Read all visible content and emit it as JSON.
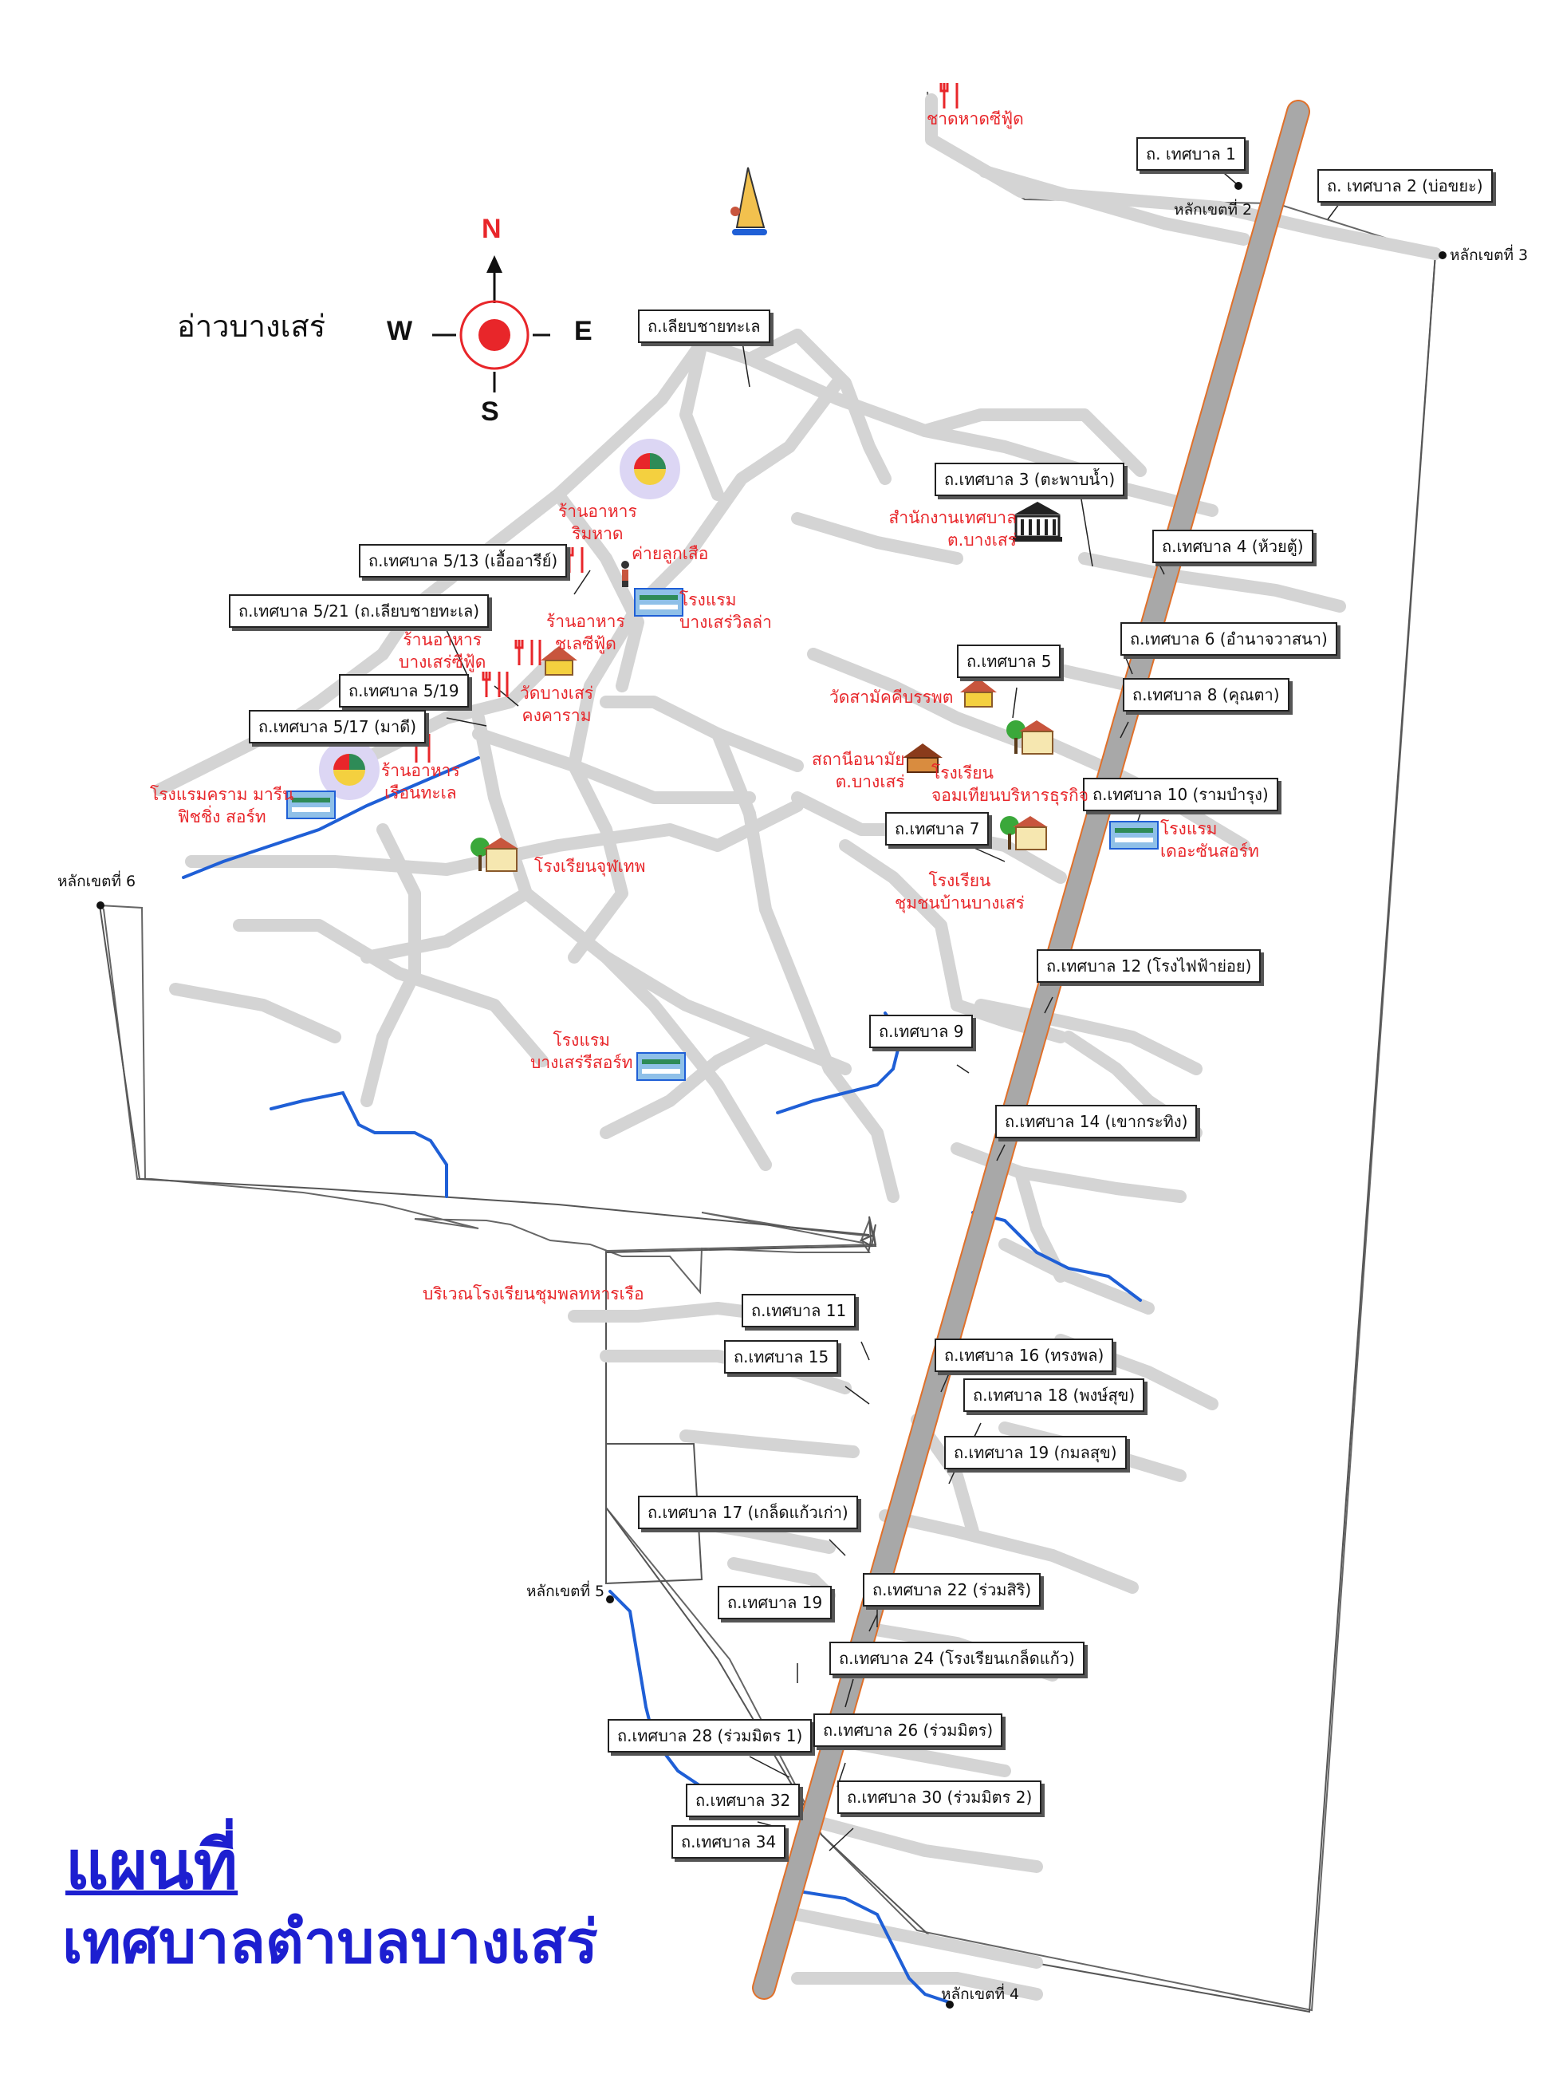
{
  "title": {
    "line1": "แผนที่",
    "line2": "เทศบาลตำบลบางเสร่"
  },
  "bay_label": "อ่าวบางเสร่",
  "compass": {
    "n": "N",
    "s": "S",
    "e": "E",
    "w": "W"
  },
  "colors": {
    "road": "#d4d4d4",
    "highway": "#a8a8a8",
    "highway_edge": "#e0702a",
    "river": "#1f5fd6",
    "place_text": "#e8262a",
    "title": "#1d1fd0",
    "compass": "#e8262a"
  },
  "road_labels": [
    "ถ. เทศบาล 1",
    "ถ. เทศบาล 2 (บ่อขยะ)",
    "ถ.เลียบชายทะเล",
    "ถ.เทศบาล 3 (ตะพาบน้ำ)",
    "ถ.เทศบาล 4 (ห้วยตู้)",
    "ถ.เทศบาล 5/13 (เอื้ออารีย์)",
    "ถ.เทศบาล 5/21 (ถ.เลียบชายทะเล)",
    "ถ.เทศบาล 6 (อำนาจวาสนา)",
    "ถ.เทศบาล 5",
    "ถ.เทศบาล 5/19",
    "ถ.เทศบาล 8 (คุณตา)",
    "ถ.เทศบาล 5/17 (มาดี)",
    "ถ.เทศบาล 10 (รามบำรุง)",
    "ถ.เทศบาล 7",
    "ถ.เทศบาล 12 (โรงไฟฟ้าย่อย)",
    "ถ.เทศบาล 9",
    "ถ.เทศบาล 14 (เขากระทิง)",
    "ถ.เทศบาล 11",
    "ถ.เทศบาล 15",
    "ถ.เทศบาล 16 (ทรงพล)",
    "ถ.เทศบาล 18 (พงษ์สุข)",
    "ถ.เทศบาล 19 (กมลสุข)",
    "ถ.เทศบาล 17 (เกล็ดแก้วเก่า)",
    "ถ.เทศบาล 22 (ร่วมสิริ)",
    "ถ.เทศบาล 19",
    "ถ.เทศบาล 24 (โรงเรียนเกล็ดแก้ว)",
    "ถ.เทศบาล 28 (ร่วมมิตร 1)",
    "ถ.เทศบาล 26 (ร่วมมิตร)",
    "ถ.เทศบาล 32",
    "ถ.เทศบาล 30 (ร่วมมิตร 2)",
    "ถ.เทศบาล 34"
  ],
  "places": {
    "chad_seafood": "ชาดหาดซีฟู้ด",
    "municipal_office": [
      "สำนักงานเทศบาล",
      "ต.บางเสร่"
    ],
    "rimhad_restaurant": [
      "ร้านอาหาร",
      "ริมหาด"
    ],
    "scout_camp": "ค่ายลูกเสือ",
    "bangsaray_villa": [
      "โรงแรม",
      "บางเสร่วิลล่า"
    ],
    "chalae_seafood": [
      "ร้านอาหาร",
      "ชเลซีฟู้ด"
    ],
    "bangsaray_seafood": [
      "ร้านอาหาร",
      "บางเสร่ซีฟู้ด"
    ],
    "wat_bangsaray": [
      "วัดบางเสร่",
      "คงคาราม"
    ],
    "wat_samakkhi": "วัดสามัคคีบรรพต",
    "health_station": [
      "สถานีอนามัย",
      "ต.บางเสร่"
    ],
    "school_chom": [
      "โรงเรียน",
      "จอมเทียนบริหารธุรกิจ"
    ],
    "reuan_talay": [
      "ร้านอาหาร",
      "เรือนทะเล"
    ],
    "marina_hotel": [
      "โรงแรมคราม มารีน",
      "ฟิชชิ่ง สอร์ท"
    ],
    "the_sun_hotel": [
      "โรงแรม",
      "เดอะซันสอร์ท"
    ],
    "school_chuthep": "โรงเรียนจุฬเทพ",
    "school_chumchon": [
      "โรงเรียน",
      "ชุมชนบ้านบางเสร่"
    ],
    "bangsaray_resort": [
      "โรงแรม",
      "บางเสร่รีสอร์ท"
    ],
    "navy_school_area": "บริเวณโรงเรียนชุมพลทหารเรือ"
  },
  "boundary_posts": [
    "หลักเขตที่ 2",
    "หลักเขตที่ 3",
    "หลักเขตที่ 6",
    "หลักเขตที่ 5",
    "หลักเขตที่ 4"
  ]
}
